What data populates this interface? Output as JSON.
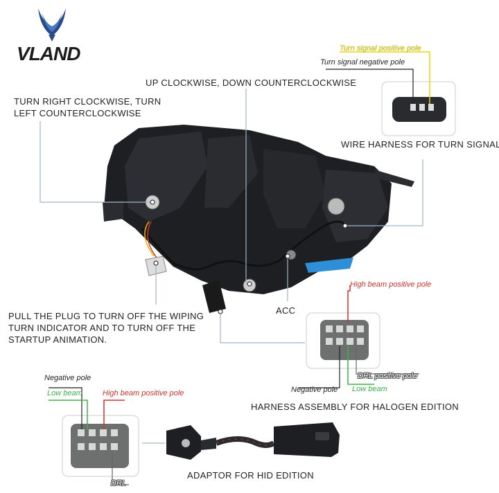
{
  "brand": {
    "name": "VLAND"
  },
  "labels": {
    "turn_adjust_1": "TURN RIGHT CLOCKWISE, TURN",
    "turn_adjust_2": "LEFT COUNTERCLOCKWISE",
    "up_down": "UP CLOCKWISE, DOWN COUNTERCLOCKWISE",
    "turn_positive": "Turn signal positive pole",
    "turn_negative": "Turn signal negative pole",
    "wire_harness": "WIRE HARNESS FOR TURN SIGNAL",
    "pull_plug_1": "PULL THE PLUG TO TURN OFF THE WIPING",
    "pull_plug_2": "TURN INDICATOR AND TO TURN OFF THE",
    "pull_plug_3": "STARTUP ANIMATION.",
    "acc": "ACC",
    "halogen_high_beam": "High beam positive pole",
    "halogen_negative": "Negative pole",
    "halogen_drl": "DRL positive pole",
    "halogen_low_beam": "Low beam",
    "halogen_title": "HARNESS ASSEMBLY FOR HALOGEN EDITION",
    "hid_negative": "Negative pole",
    "hid_low_beam": "Low beam",
    "hid_high_beam": "High beam positive pole",
    "hid_drl": "DRL",
    "hid_title": "ADAPTOR FOR HID EDITION"
  },
  "colors": {
    "positive": "#d2322d",
    "low_beam": "#3ab34a",
    "turn_positive": "#e8d800",
    "leader": "#9fb6c8",
    "housing": "#1e1f22",
    "accent_blue": "#2f8fd6"
  }
}
